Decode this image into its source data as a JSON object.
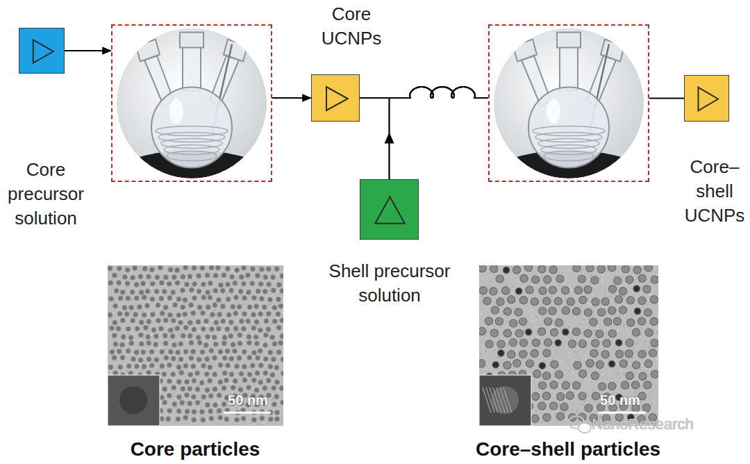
{
  "diagram": {
    "nodes": [
      {
        "text": [
          "Core precursor solution"
        ]
      },
      {
        "text": []
      },
      {
        "text": [
          "Core UCNPs"
        ]
      },
      {
        "text": [
          "Shell precursor solution"
        ]
      },
      {
        "text": []
      },
      {
        "text": [
          "Core–shell UCNPs"
        ]
      }
    ],
    "edges": [
      {
        "from": 0,
        "to": 1,
        "arrow": "to"
      },
      {
        "from": 1,
        "to": 2,
        "arrow": "to"
      },
      {
        "from": 2,
        "to": 4,
        "arrow": "none"
      },
      {
        "from": 3,
        "to": 4,
        "arrow": "to"
      },
      {
        "from": 4,
        "to": 5,
        "arrow": "none"
      }
    ],
    "labels": [
      "50 nm",
      "50 nm",
      "Core particles",
      "Core–shell particles",
      "NanoResearch"
    ]
  }
}
